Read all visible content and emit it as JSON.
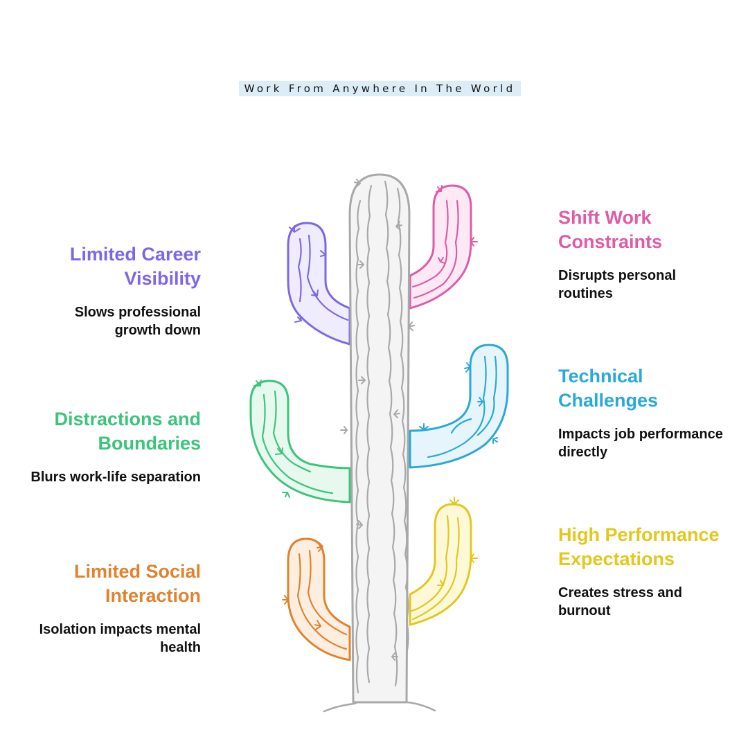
{
  "banner": "Work From Anywhere In The World",
  "colors": {
    "purple": "#7b68e6",
    "pink": "#e05aa8",
    "green": "#3cc47a",
    "blue": "#2aa9d9",
    "orange": "#e0822e",
    "yellow": "#e2c81d",
    "trunk": "#a8a8a8"
  },
  "items": {
    "career": {
      "title_1": "Limited Career",
      "title_2": "Visibility",
      "desc_1": "Slows professional",
      "desc_2": "growth down"
    },
    "distractions": {
      "title_1": "Distractions and",
      "title_2": "Boundaries",
      "desc_1": "Blurs work-life separation"
    },
    "social": {
      "title_1": "Limited Social",
      "title_2": "Interaction",
      "desc_1": "Isolation impacts mental",
      "desc_2": "health"
    },
    "shift": {
      "title_1": "Shift Work",
      "title_2": "Constraints",
      "desc_1": "Disrupts personal",
      "desc_2": "routines"
    },
    "technical": {
      "title_1": "Technical",
      "title_2": "Challenges",
      "desc_1": "Impacts job performance",
      "desc_2": "directly"
    },
    "performance": {
      "title_1": "High Performance",
      "title_2": "Expectations",
      "desc_1": "Creates stress and",
      "desc_2": "burnout"
    }
  }
}
